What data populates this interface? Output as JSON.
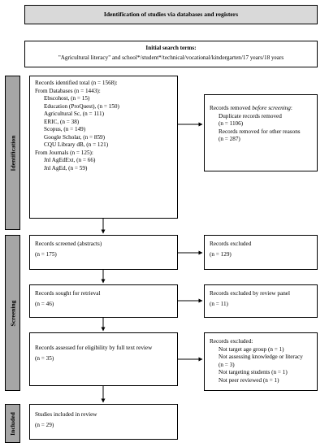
{
  "header": "Identification of studies via databases and registers",
  "search": {
    "title": "Initial search terms:",
    "terms": "\"Agricultural literacy\" and school*/student*/technical/vocational/kindergarten/17 years/18 years"
  },
  "stages": {
    "identification": "Identification",
    "screening": "Screening",
    "included": "Included"
  },
  "identified": {
    "total": "Records identified total (n = 1568):",
    "databases_label": "From Databases (n = 1443):",
    "databases": [
      "Ebscohost, (n = 15)",
      "Education (ProQuest), (n = 150)",
      "Agricultural Sc, (n = 111)",
      "ERIC, (n = 38)",
      "Scopus, (n = 149)",
      "Google Scholar, (n = 859)",
      "CQU Library dB, (n = 121)"
    ],
    "journals_label": "From Journals (n = 125):",
    "journals": [
      "Jnl AgEdExt, (n = 66)",
      "Jnl AgEd, (n = 59)"
    ]
  },
  "removed": {
    "title_pre": "Records removed ",
    "title_em": "before screening",
    "title_post": ":",
    "duplicates_label": "Duplicate records removed",
    "duplicates_n": "(n = 1106)",
    "other_label": "Records removed for other reasons",
    "other_n": "(n = 287)"
  },
  "screened": {
    "label": "Records screened (abstracts)",
    "n": "(n = 175)"
  },
  "excluded": {
    "label": "Records excluded",
    "n": "(n = 129)"
  },
  "sought": {
    "label": "Records sought for retrieval",
    "n": "(n = 46)"
  },
  "excluded_panel": {
    "label": "Records excluded by review panel",
    "n": "(n = 11)"
  },
  "assessed": {
    "label": "Records assessed for eligibility by full text review",
    "n": "(n = 35)"
  },
  "excluded_reasons": {
    "title": "Records excluded:",
    "items": [
      "Not target age group (n = 1)",
      "Not assessing knowledge or literacy",
      "(n = 3)",
      "Not targeting students (n = 1)",
      "Not peer reviewed (n = 1)"
    ]
  },
  "included_box": {
    "label": "Studies included in review",
    "n": "(n = 29)"
  }
}
